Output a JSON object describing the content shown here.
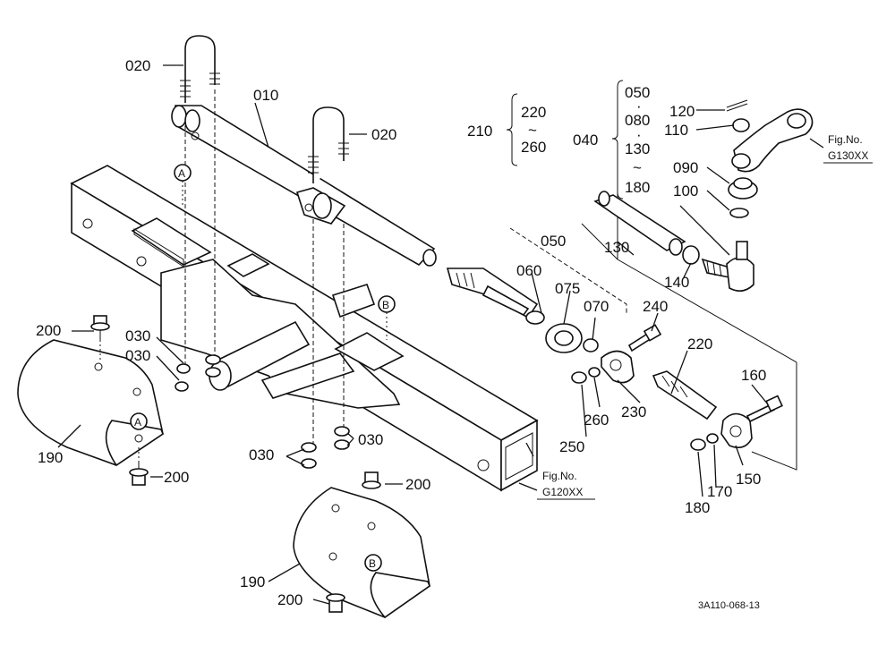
{
  "parts": {
    "p010": "010",
    "p020a": "020",
    "p020b": "020",
    "p030a": "030",
    "p030b": "030",
    "p030c": "030",
    "p030d": "030",
    "p040": "040",
    "p050": "050",
    "p060": "060",
    "p070": "070",
    "p075": "075",
    "p090": "090",
    "p100": "100",
    "p110": "110",
    "p120": "120",
    "p130": "130",
    "p140": "140",
    "p150": "150",
    "p160": "160",
    "p170": "170",
    "p180": "180",
    "p190a": "190",
    "p190b": "190",
    "p200a": "200",
    "p200b": "200",
    "p200c": "200",
    "p200d": "200",
    "p210": "210",
    "p220": "220",
    "p230": "230",
    "p240": "240",
    "p250": "250",
    "p260": "260"
  },
  "ranges": {
    "r210_from": "220",
    "r210_tilde": "~",
    "r210_to": "260",
    "r040_a": "050",
    "r040_dot1": "·",
    "r040_b": "080",
    "r040_dot2": "·",
    "r040_c": "130",
    "r040_tilde": "~",
    "r040_d": "180"
  },
  "markers": {
    "a_top": "A",
    "a_low": "A",
    "b_top": "B",
    "b_low": "B"
  },
  "figrefs": {
    "fig130_line1": "Fig.No.",
    "fig130_line2": "G130XX",
    "fig120_line1": "Fig.No.",
    "fig120_line2": "G120XX"
  },
  "drawing_code": "3A110-068-13"
}
